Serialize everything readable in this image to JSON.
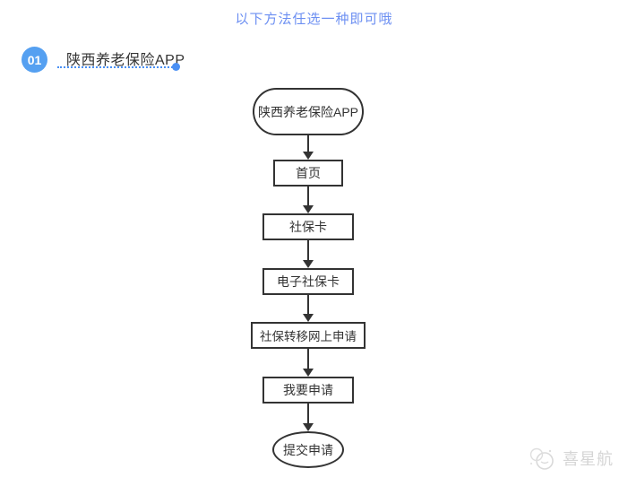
{
  "page": {
    "title": "以下方法任选一种即可哦",
    "title_color": "#6c8ff2",
    "background_color": "#ffffff"
  },
  "section": {
    "badge": "01",
    "badge_color": "#55a0f1",
    "label": "陕西养老保险APP",
    "underline_color": "#4a90f4"
  },
  "flowchart": {
    "stroke_color": "#333333",
    "nodes": [
      {
        "label": "陕西养老保险APP",
        "shape": "stadium"
      },
      {
        "label": "首页",
        "shape": "rect"
      },
      {
        "label": "社保卡",
        "shape": "rect"
      },
      {
        "label": "电子社保卡",
        "shape": "rect"
      },
      {
        "label": "社保转移网上申请",
        "shape": "rect"
      },
      {
        "label": "我要申请",
        "shape": "rect"
      },
      {
        "label": "提交申请",
        "shape": "ellipse"
      }
    ]
  },
  "watermark": {
    "label": "喜星航",
    "color": "#d5d5d5"
  }
}
